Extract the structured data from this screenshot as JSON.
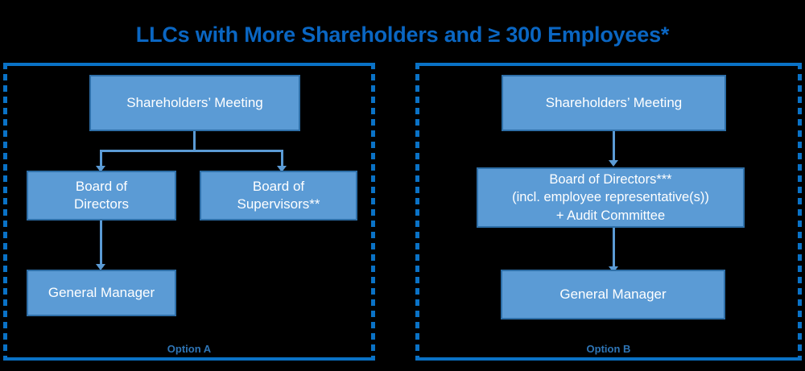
{
  "title": "LLCs with More Shareholders and ≥ 300 Employees*",
  "colors": {
    "background": "#000000",
    "title": "#0A66C2",
    "panel_border": "#0A72C6",
    "node_fill": "#5B9BD5",
    "node_border": "#2E6FA8",
    "node_text": "#FFFFFF",
    "connector": "#5B9BD5",
    "option_label": "#2E75B6"
  },
  "panels": [
    {
      "id": "option-a",
      "label": "Option A",
      "nodes": [
        {
          "id": "shareholders-meeting-a",
          "text": "Shareholders’ Meeting"
        },
        {
          "id": "board-of-directors-a",
          "text": "Board of\nDirectors"
        },
        {
          "id": "board-of-supervisors-a",
          "text": "Board of\nSupervisors**"
        },
        {
          "id": "general-manager-a",
          "text": "General Manager"
        }
      ],
      "edges": [
        {
          "from": "shareholders-meeting-a",
          "to": "board-of-directors-a"
        },
        {
          "from": "shareholders-meeting-a",
          "to": "board-of-supervisors-a"
        },
        {
          "from": "board-of-directors-a",
          "to": "general-manager-a"
        }
      ]
    },
    {
      "id": "option-b",
      "label": "Option B",
      "nodes": [
        {
          "id": "shareholders-meeting-b",
          "text": "Shareholders’ Meeting"
        },
        {
          "id": "board-of-directors-b",
          "line1": "Board of Directors***",
          "line2": "(incl. employee representative(s))",
          "line3": "+ Audit Committee"
        },
        {
          "id": "general-manager-b",
          "text": "General Manager"
        }
      ],
      "edges": [
        {
          "from": "shareholders-meeting-b",
          "to": "board-of-directors-b"
        },
        {
          "from": "board-of-directors-b",
          "to": "general-manager-b"
        }
      ]
    }
  ]
}
